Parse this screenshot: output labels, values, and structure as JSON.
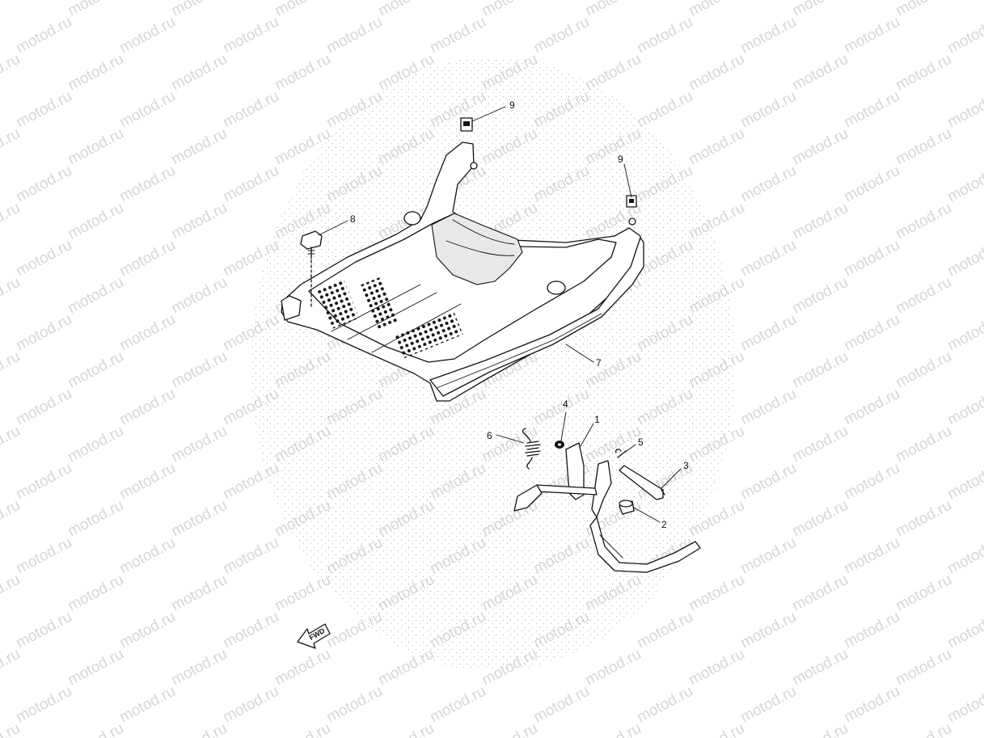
{
  "watermark": {
    "text": "motod.ru"
  },
  "callouts": [
    {
      "id": "callout-9-left",
      "label": "9"
    },
    {
      "id": "callout-9-right",
      "label": "9"
    },
    {
      "id": "callout-8",
      "label": "8"
    },
    {
      "id": "callout-7",
      "label": "7"
    },
    {
      "id": "callout-6",
      "label": "6"
    },
    {
      "id": "callout-4",
      "label": "4"
    },
    {
      "id": "callout-1",
      "label": "1"
    },
    {
      "id": "callout-5",
      "label": "5"
    },
    {
      "id": "callout-3",
      "label": "3"
    },
    {
      "id": "callout-2",
      "label": "2"
    }
  ],
  "fwd_arrow": {
    "label": "FWD"
  }
}
